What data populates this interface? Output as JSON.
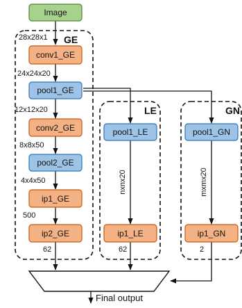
{
  "input": {
    "label": "Image"
  },
  "groups": {
    "ge": "GE",
    "le": "LE",
    "gn": "GN"
  },
  "nodes": {
    "conv1_ge": "conv1_GE",
    "pool1_ge": "pool1_GE",
    "conv2_ge": "conv2_GE",
    "pool2_ge": "pool2_GE",
    "ip1_ge": "ip1_GE",
    "ip2_ge": "ip2_GE",
    "pool1_le": "pool1_LE",
    "ip1_le": "ip1_LE",
    "pool1_gn": "pool1_GN",
    "ip1_gn": "ip1_GN"
  },
  "dims": {
    "d_input": "28x28x1",
    "d_conv1": "24x24x20",
    "d_pool1": "12x12x20",
    "d_conv2": "8x8x50",
    "d_pool2": "4x4x50",
    "d_ip1": "500",
    "d_ip2_ge": "62",
    "d_le": "nxnx20",
    "d_ip1_le": "62",
    "d_gn": "mxmx20",
    "d_ip1_gn": "2"
  },
  "output": {
    "label": "Final output"
  },
  "colors": {
    "input_fill": "#a9d18e",
    "input_stroke": "#548235",
    "conv_fill": "#f4b183",
    "conv_stroke": "#c55a11",
    "pool_fill": "#9dc3e6",
    "pool_stroke": "#2e75b6"
  }
}
